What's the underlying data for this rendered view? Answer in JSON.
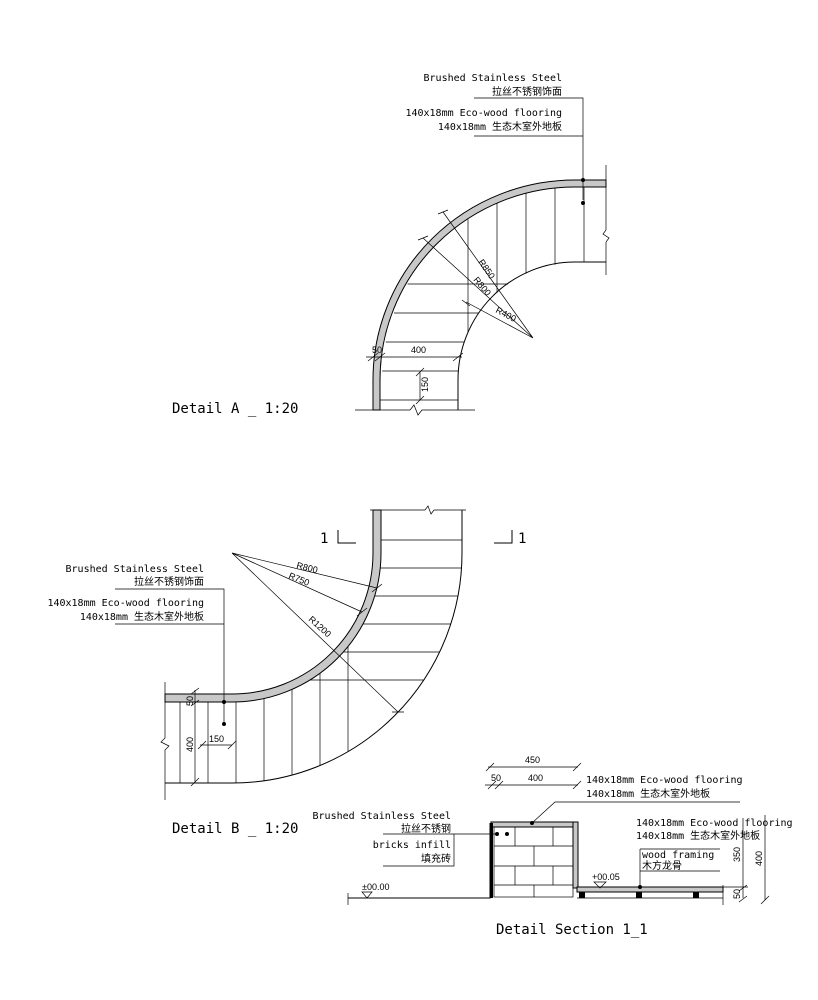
{
  "detail_a": {
    "title": "Detail A _ 1:20",
    "label_steel_en": "Brushed Stainless Steel",
    "label_steel_cn": "拉丝不锈钢饰面",
    "label_floor_en": "140x18mm Eco-wood flooring",
    "label_floor_cn": "140x18mm 生态木室外地板",
    "radius_labels": [
      "R850",
      "R800",
      "R400"
    ],
    "dims": {
      "wall": "50",
      "width": "400",
      "board": "150"
    }
  },
  "detail_b": {
    "title": "Detail B _ 1:20",
    "label_steel_en": "Brushed Stainless Steel",
    "label_steel_cn": "拉丝不锈钢饰面",
    "label_floor_en": "140x18mm Eco-wood flooring",
    "label_floor_cn": "140x18mm 生态木室外地板",
    "radius_labels": [
      "R800",
      "R750",
      "R1200"
    ],
    "dims": {
      "wall": "50",
      "width": "400",
      "board": "150"
    },
    "section_marks": [
      "1",
      "1"
    ]
  },
  "section": {
    "title": "Detail Section 1_1",
    "dims": {
      "total": "450",
      "wall": "50",
      "top": "400",
      "height_350": "350",
      "height_400": "400",
      "base_50": "50"
    },
    "label_floor_en": "140x18mm Eco-wood flooring",
    "label_floor_cn": "140x18mm 生态木室外地板",
    "label_steel_en": "Brushed Stainless Steel",
    "label_steel_cn": "拉丝不锈钢",
    "label_brick_en": "bricks infill",
    "label_brick_cn": "填充砖",
    "label_floor2_en": "140x18mm Eco-wood flooring",
    "label_floor2_cn": "140x18mm 生态木室外地板",
    "label_frame_en": "wood framing",
    "label_frame_cn": "木方龙骨",
    "level_ground": "±00.00",
    "level_floor": "+00.05"
  }
}
